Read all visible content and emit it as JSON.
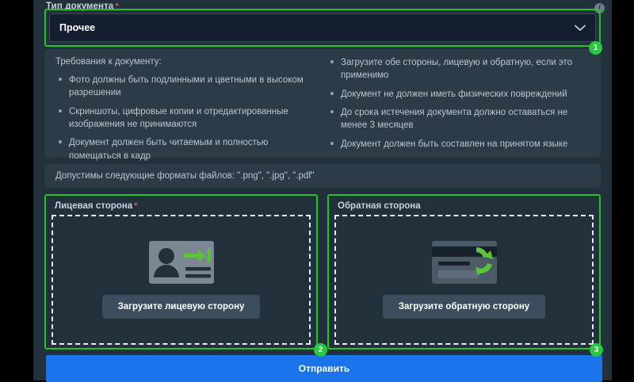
{
  "doc_type": {
    "label": "Тип документа",
    "required_mark": "*",
    "selected_value": "Прочее",
    "info_icon": "info-icon",
    "chevron_icon": "chevron-down-icon"
  },
  "requirements": {
    "title": "Требования к документу:",
    "left_items": [
      "Фото должны быть подлинными и цветными в высоком разрешении",
      "Скриншоты, цифровые копии и отредактированные изображения не принимаются",
      "Документ должен быть читаемым и полностью помещаться в кадр"
    ],
    "right_items": [
      "Загрузите обе стороны, лицевую и обратную, если это применимо",
      "Документ не должен иметь физических повреждений",
      "До срока истечения документа должно оставаться не менее 3 месяцев",
      "Документ должен быть составлен на принятом языке"
    ]
  },
  "formats": {
    "text": "Допустимы следующие форматы файлов: \".png\", \".jpg\", \".pdf\""
  },
  "front_side": {
    "label": "Лицевая сторона",
    "required_mark": "*",
    "button_label": "Загрузите лицевую сторону",
    "icon": "id-card-front-icon"
  },
  "back_side": {
    "label": "Обратная сторона",
    "required_mark": "",
    "button_label": "Загрузите обратную сторону",
    "icon": "id-card-back-flip-icon"
  },
  "submit": {
    "label": "Отправить"
  },
  "badges": {
    "one": "1",
    "two": "2",
    "three": "3"
  },
  "colors": {
    "page_bg": "#22303c",
    "panel_bg": "#2c3b48",
    "highlight_green": "#22c522",
    "badge_green": "#28c940",
    "submit_blue": "#1a73e8",
    "required_red": "#e05252",
    "accent_arrow_green": "#5cc43a"
  }
}
